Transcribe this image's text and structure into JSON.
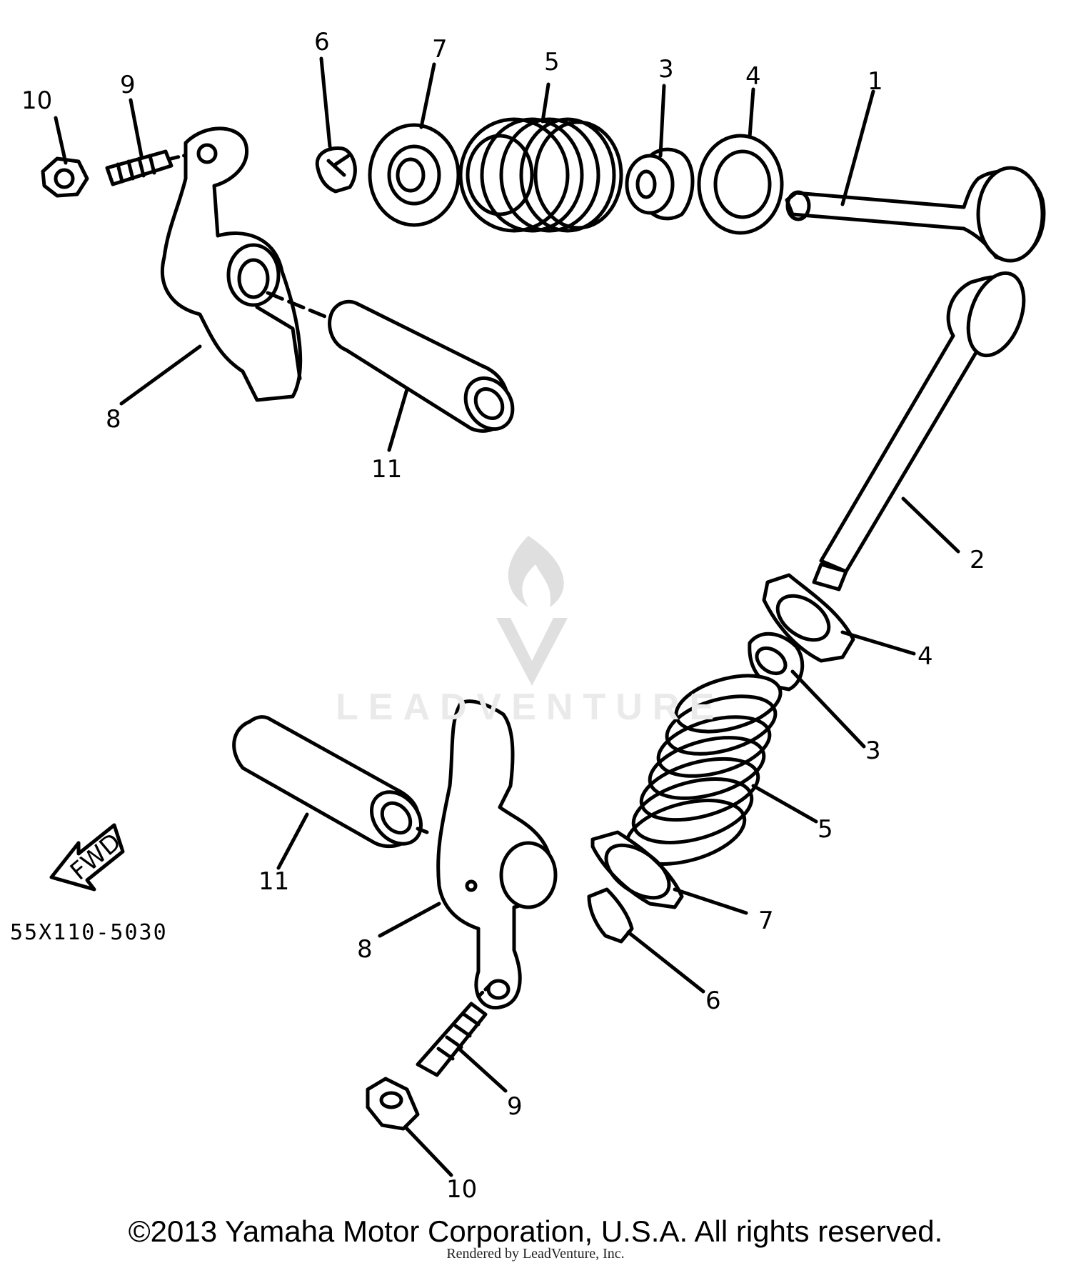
{
  "diagram_code": "55X110-5030",
  "fwd_label": "FWD",
  "labels": {
    "upper": {
      "p1": "1",
      "p3": "3",
      "p4": "4",
      "p5": "5",
      "p6": "6",
      "p7": "7",
      "p8": "8",
      "p9": "9",
      "p10": "10",
      "p11": "11"
    },
    "lower": {
      "p2": "2",
      "p3": "3",
      "p4": "4",
      "p5": "5",
      "p6": "6",
      "p7": "7",
      "p8": "8",
      "p9": "9",
      "p10": "10",
      "p11": "11"
    }
  },
  "watermark": "LEADVENTURE",
  "copyright": "©2013 Yamaha Motor Corporation, U.S.A. All rights reserved.",
  "rendered_by": "Rendered by LeadVenture, Inc."
}
